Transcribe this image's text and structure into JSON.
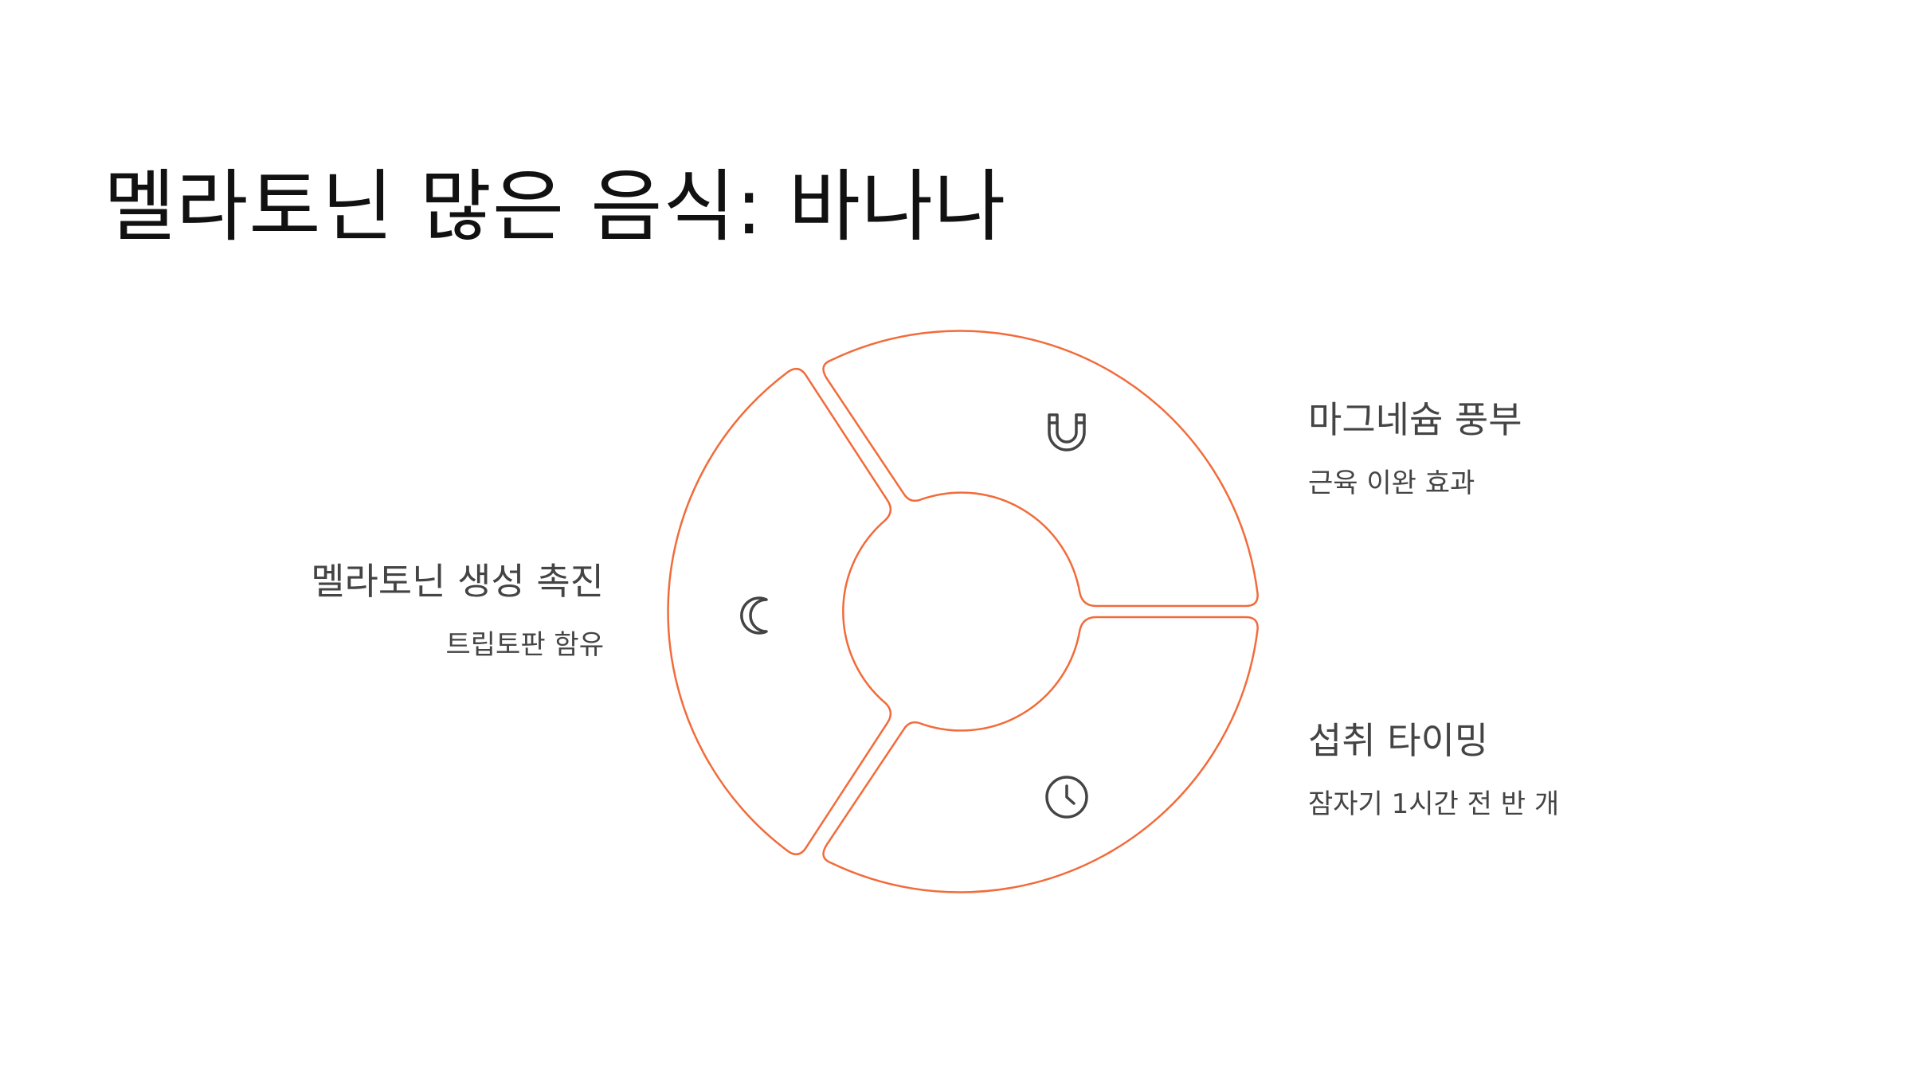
{
  "title": "멜라토닌 많은 음식: 바나나",
  "colors": {
    "accent": "#F26B3A",
    "icon": "#444444",
    "text": "#444444",
    "title": "#111111"
  },
  "segments": [
    {
      "id": "melatonin",
      "icon": "moon-icon",
      "heading": "멜라토닌 생성 촉진",
      "detail": "트립토판 함유"
    },
    {
      "id": "magnesium",
      "icon": "magnet-icon",
      "heading": "마그네슘 풍부",
      "detail": "근육 이완 효과"
    },
    {
      "id": "timing",
      "icon": "clock-icon",
      "heading": "섭취 타이밍",
      "detail": "잠자기 1시간 전 반 개"
    }
  ]
}
